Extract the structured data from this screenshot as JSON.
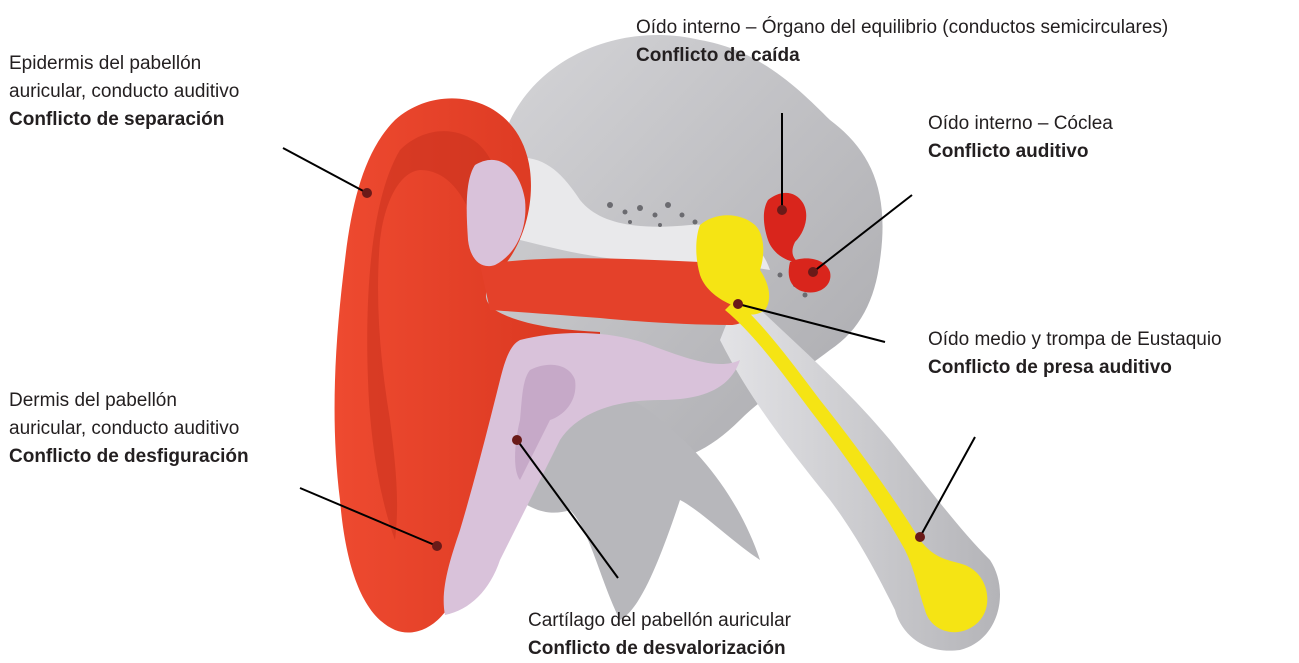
{
  "colors": {
    "skin_red": "#e5412b",
    "skin_red_dark": "#c8301f",
    "cartilage_lilac": "#d8bfd8",
    "bone_grey": "#c9c9cc",
    "inner_red": "#d9251c",
    "middle_yellow": "#f5e414",
    "leader_line": "#000000",
    "dot": "#8b1a1a"
  },
  "labels": {
    "epidermis": {
      "line1": "Epidermis del pabellón",
      "line2": "auricular, conducto auditivo",
      "conflict": "Conflicto de separación"
    },
    "dermis": {
      "line1": "Dermis del pabellón",
      "line2": "auricular, conducto auditivo",
      "conflict": "Conflicto de desfiguración"
    },
    "equilibrio": {
      "line1": "Oído interno – Órgano del equilibrio (conductos semicirculares)",
      "conflict": "Conflicto de caída"
    },
    "coclea": {
      "line1": "Oído interno – Cóclea",
      "conflict": "Conflicto auditivo"
    },
    "medio": {
      "line1": "Oído medio y trompa de Eustaquio",
      "conflict": "Conflicto de presa auditivo"
    },
    "cartilago": {
      "line1": "Cartílago del pabellón auricular",
      "conflict": "Conflicto de desvalorización"
    }
  }
}
